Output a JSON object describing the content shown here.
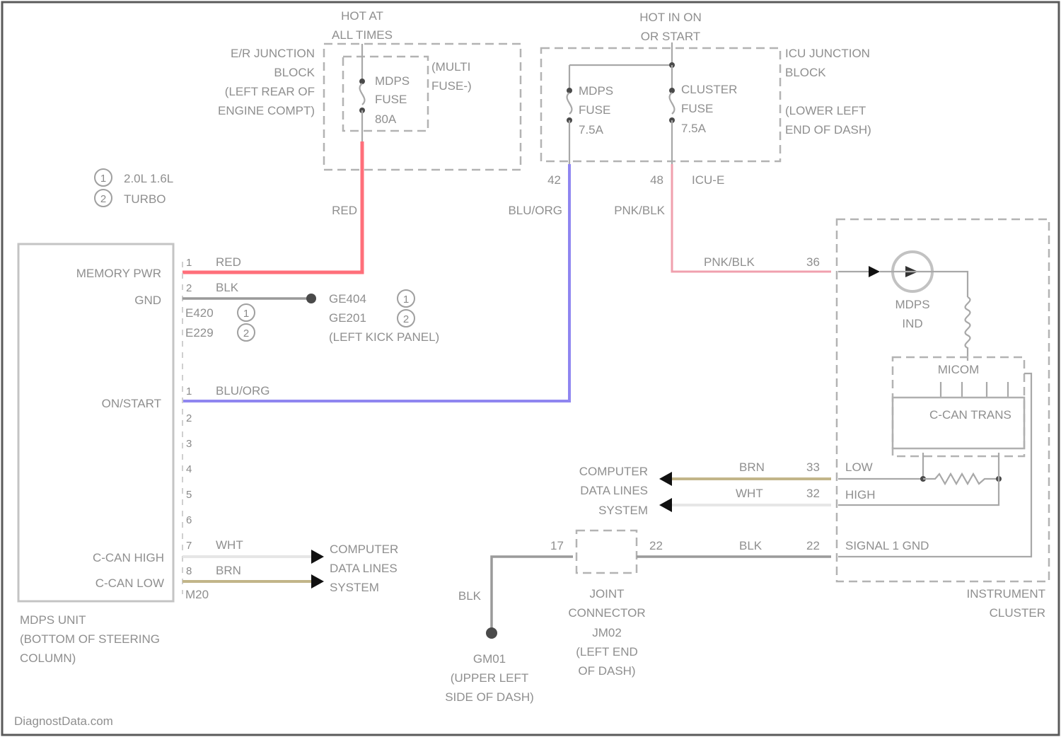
{
  "colors": {
    "red_wire": "#ff6f7a",
    "blu_org_wire": "#8f86f0",
    "pnk_blk_wire": "#f0a0ae",
    "brn_wire": "#c2b589",
    "wht_wire": "#e6e6e6",
    "blk_wire": "#9a9a9a",
    "text": "#8a8a8a"
  },
  "labels": {
    "hot_at_all_times_1": "HOT AT",
    "hot_at_all_times_2": "ALL TIMES",
    "hot_in_on_1": "HOT IN ON",
    "hot_in_on_2": "OR START",
    "ejb_1": "E/R JUNCTION",
    "ejb_2": "BLOCK",
    "ejb_3": "(LEFT REAR OF",
    "ejb_4": "ENGINE COMPT)",
    "mdps_fuse_80_1": "MDPS",
    "mdps_fuse_80_2": "FUSE",
    "mdps_fuse_80_3": "80A",
    "multi_fuse_1": "(MULTI",
    "multi_fuse_2": "FUSE-)",
    "mdps_fuse_75_1": "MDPS",
    "mdps_fuse_75_2": "FUSE",
    "mdps_fuse_75_3": "7.5A",
    "cluster_fuse_1": "CLUSTER",
    "cluster_fuse_2": "FUSE",
    "cluster_fuse_3": "7.5A",
    "icu_1": "ICU JUNCTION",
    "icu_2": "BLOCK",
    "icu_3": "(LOWER LEFT",
    "icu_4": "END OF DASH)",
    "pin_42": "42",
    "pin_48": "48",
    "icu_e": "ICU-E",
    "legend_1_num": "1",
    "legend_1": "2.0L 1.6L",
    "legend_2_num": "2",
    "legend_2": "TURBO",
    "wire_red": "RED",
    "wire_bluorg": "BLU/ORG",
    "wire_pnkblk": "PNK/BLK",
    "mdps_memory_pwr": "MEMORY PWR",
    "mdps_gnd": "GND",
    "mdps_onstart": "ON/START",
    "mdps_ccan_high": "C-CAN HIGH",
    "mdps_ccan_low": "C-CAN LOW",
    "pin1_top": "1",
    "red_short": "RED",
    "pin2_top": "2",
    "blk_short": "BLK",
    "ground_1": "GE404",
    "ground_2": "GE201",
    "ground_3": "(LEFT KICK PANEL)",
    "e420": "E420",
    "e229": "E229",
    "ring1": "1",
    "ring2": "2",
    "ring3": "1",
    "ring4": "2",
    "pin1_b": "1",
    "bluorg_short": "BLU/ORG",
    "pin_2": "2",
    "pin_3": "3",
    "pin_4": "4",
    "pin_5": "5",
    "pin_6": "6",
    "pin_7": "7",
    "wht_short": "WHT",
    "pin_8": "8",
    "brn_short": "BRN",
    "m020": "M20",
    "cdl_left_1": "COMPUTER",
    "cdl_left_2": "DATA LINES",
    "cdl_left_3": "SYSTEM",
    "mdps_unit_1": "MDPS UNIT",
    "mdps_unit_2": "(BOTTOM OF STEERING",
    "mdps_unit_3": "COLUMN)",
    "pnkblk_short": "PNK/BLK",
    "pin_36": "36",
    "mdps_ind_1": "MDPS",
    "mdps_ind_2": "IND",
    "micom": "MICOM",
    "ccan_trans": "C-CAN TRANS",
    "cdl_right_1": "COMPUTER",
    "cdl_right_2": "DATA LINES",
    "cdl_right_3": "SYSTEM",
    "brn_right": "BRN",
    "pin_33": "33",
    "low": "LOW",
    "wht_right": "WHT",
    "pin_32": "32",
    "high": "HIGH",
    "pin_17": "17",
    "pin_22a": "22",
    "blk_mid": "BLK",
    "pin_22b": "22",
    "signal_gnd": "SIGNAL 1 GND",
    "jc_1": "JOINT",
    "jc_2": "CONNECTOR",
    "jc_3": "JM02",
    "jc_4": "(LEFT END",
    "jc_5": "OF DASH)",
    "blk_left": "BLK",
    "g_1": "GM01",
    "g_2": "(UPPER LEFT",
    "g_3": "SIDE OF DASH)",
    "ic_1": "INSTRUMENT",
    "ic_2": "CLUSTER",
    "watermark": "DiagnostData.com"
  }
}
